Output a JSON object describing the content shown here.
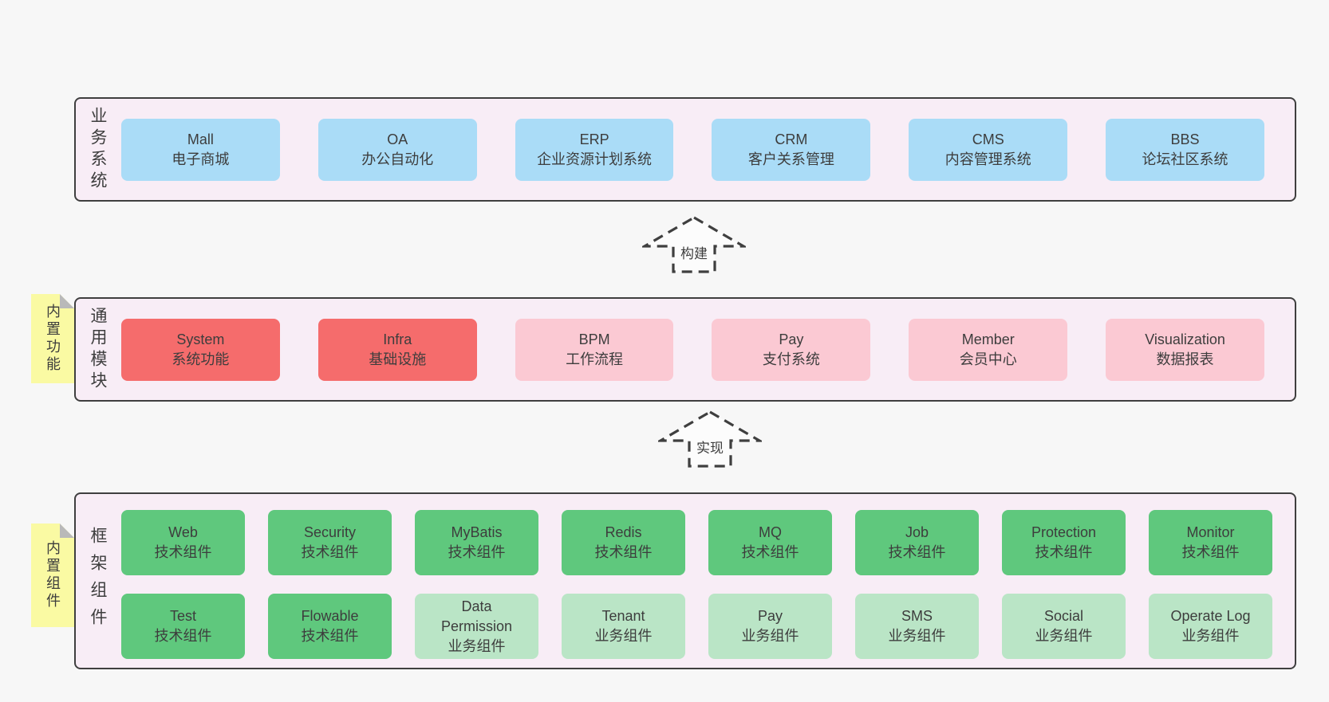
{
  "colors": {
    "page_bg": "#f7f7f7",
    "panel_bg": "#f8edf6",
    "panel_border": "#3f3f3f",
    "box_blue": "#aadcf7",
    "box_red": "#f56c6c",
    "box_pink": "#fbc9d3",
    "box_green": "#5fc87d",
    "box_light_green": "#bae5c6",
    "note_yellow": "#fafaa3",
    "note_fold": "#b9b9b9",
    "text": "#3d3d3d"
  },
  "arrows": [
    {
      "label": "构建"
    },
    {
      "label": "实现"
    }
  ],
  "sections": {
    "business": {
      "label": "业务系统",
      "boxes": [
        {
          "title": "Mall",
          "subtitle": "电子商城"
        },
        {
          "title": "OA",
          "subtitle": "办公自动化"
        },
        {
          "title": "ERP",
          "subtitle": "企业资源计划系统"
        },
        {
          "title": "CRM",
          "subtitle": "客户关系管理"
        },
        {
          "title": "CMS",
          "subtitle": "内容管理系统"
        },
        {
          "title": "BBS",
          "subtitle": "论坛社区系统"
        }
      ]
    },
    "modules": {
      "label": "通用模块",
      "note": "内置功能",
      "boxes": [
        {
          "title": "System",
          "subtitle": "系统功能"
        },
        {
          "title": "Infra",
          "subtitle": "基础设施"
        },
        {
          "title": "BPM",
          "subtitle": "工作流程"
        },
        {
          "title": "Pay",
          "subtitle": "支付系统"
        },
        {
          "title": "Member",
          "subtitle": "会员中心"
        },
        {
          "title": "Visualization",
          "subtitle": "数据报表"
        }
      ]
    },
    "framework": {
      "label": "框架组件",
      "note": "内置组件",
      "row1": [
        {
          "title": "Web",
          "subtitle": "技术组件"
        },
        {
          "title": "Security",
          "subtitle": "技术组件"
        },
        {
          "title": "MyBatis",
          "subtitle": "技术组件"
        },
        {
          "title": "Redis",
          "subtitle": "技术组件"
        },
        {
          "title": "MQ",
          "subtitle": "技术组件"
        },
        {
          "title": "Job",
          "subtitle": "技术组件"
        },
        {
          "title": "Protection",
          "subtitle": "技术组件"
        },
        {
          "title": "Monitor",
          "subtitle": "技术组件"
        }
      ],
      "row2": [
        {
          "title": "Test",
          "subtitle": "技术组件"
        },
        {
          "title": "Flowable",
          "subtitle": "技术组件"
        },
        {
          "title": "Data Permission",
          "subtitle": "业务组件"
        },
        {
          "title": "Tenant",
          "subtitle": "业务组件"
        },
        {
          "title": "Pay",
          "subtitle": "业务组件"
        },
        {
          "title": "SMS",
          "subtitle": "业务组件"
        },
        {
          "title": "Social",
          "subtitle": "业务组件"
        },
        {
          "title": "Operate Log",
          "subtitle": "业务组件"
        }
      ]
    }
  }
}
